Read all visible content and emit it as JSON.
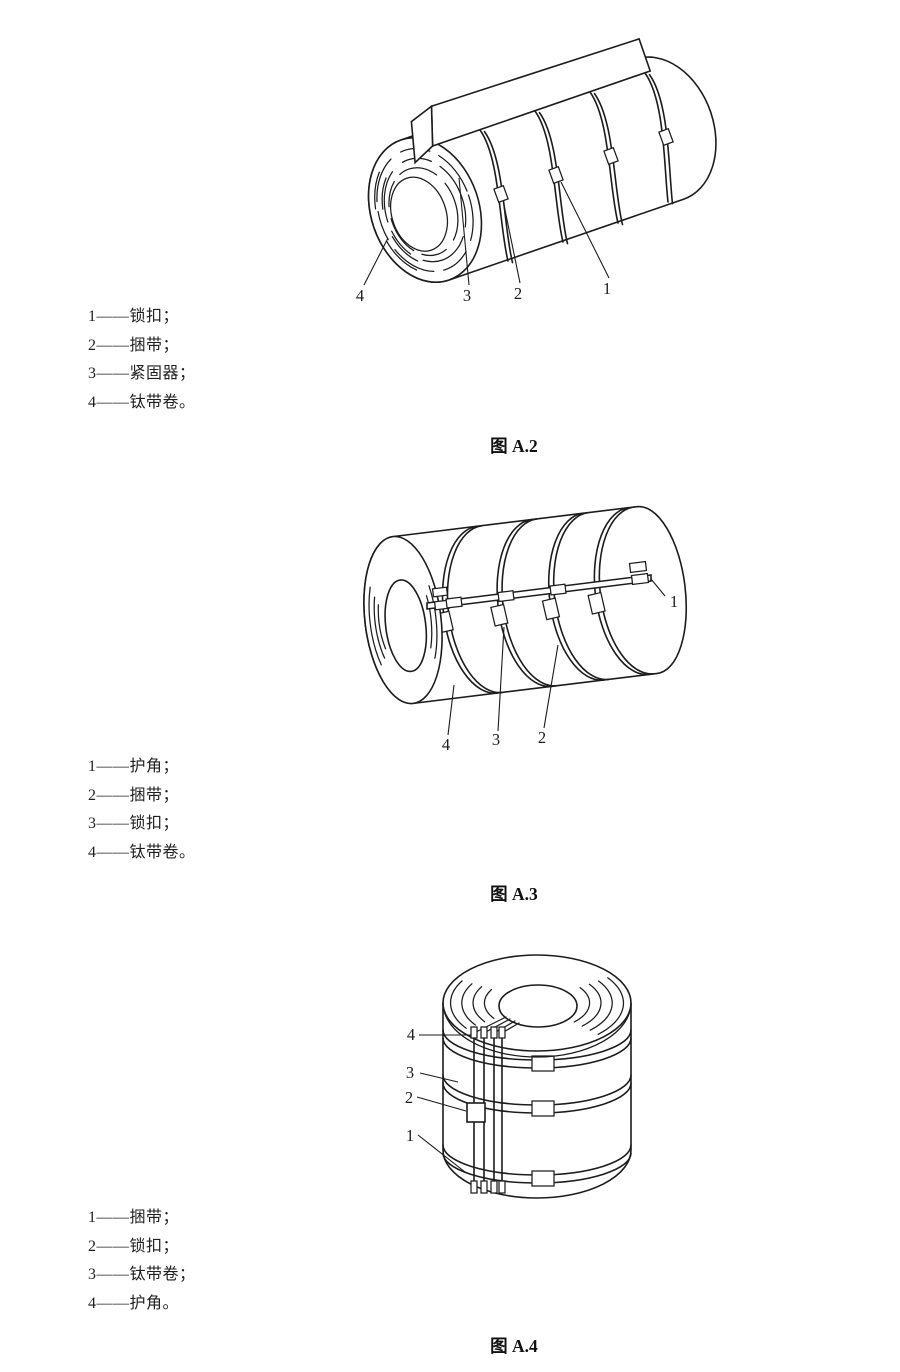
{
  "document": {
    "background": "#ffffff",
    "ink_color": "#1c1c1c"
  },
  "figures": [
    {
      "caption": "图 A.2",
      "callouts": [
        "1",
        "2",
        "3",
        "4"
      ],
      "legend": [
        "1——锁扣；",
        "2——捆带；",
        "3——紧固器；",
        "4——钛带卷。"
      ]
    },
    {
      "caption": "图 A.3",
      "callouts": [
        "1",
        "2",
        "3",
        "4"
      ],
      "legend": [
        "1——护角；",
        "2——捆带；",
        "3——锁扣；",
        "4——钛带卷。"
      ]
    },
    {
      "caption": "图 A.4",
      "callouts": [
        "1",
        "2",
        "3",
        "4"
      ],
      "legend": [
        "1——捆带；",
        "2——锁扣；",
        "3——钛带卷；",
        "4——护角。"
      ]
    }
  ]
}
